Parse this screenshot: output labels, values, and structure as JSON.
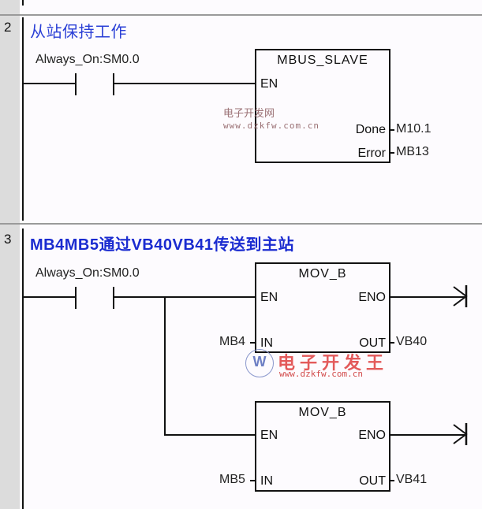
{
  "networks": [
    {
      "number": "2",
      "comment": "从站保持工作",
      "contact": {
        "symbol": "Always_On",
        "address": "SM0.0",
        "label": "Always_On:SM0.0"
      },
      "block": {
        "title": "MBUS_SLAVE",
        "inputs": [
          {
            "pin": "EN"
          }
        ],
        "outputs": [
          {
            "pin": "Done",
            "operand": "M10.1"
          },
          {
            "pin": "Error",
            "operand": "MB13"
          }
        ]
      }
    },
    {
      "number": "3",
      "comment": "MB4MB5通过VB40VB41传送到主站",
      "contact": {
        "symbol": "Always_On",
        "address": "SM0.0",
        "label": "Always_On:SM0.0"
      },
      "blocks": [
        {
          "title": "MOV_B",
          "inputs": [
            {
              "pin": "EN"
            },
            {
              "pin": "IN",
              "operand": "MB4"
            }
          ],
          "outputs": [
            {
              "pin": "ENO"
            },
            {
              "pin": "OUT",
              "operand": "VB40"
            }
          ]
        },
        {
          "title": "MOV_B",
          "inputs": [
            {
              "pin": "EN"
            },
            {
              "pin": "IN",
              "operand": "MB5"
            }
          ],
          "outputs": [
            {
              "pin": "ENO"
            },
            {
              "pin": "OUT",
              "operand": "VB41"
            }
          ]
        }
      ]
    }
  ],
  "watermarks": {
    "site_name_1": "电子开发网",
    "site_url_1": "www.dzkfw.com.cn",
    "site_name_2": "电子开发王",
    "site_url_2": "www.dzkfw.com.cn",
    "logo_letter": "W"
  }
}
